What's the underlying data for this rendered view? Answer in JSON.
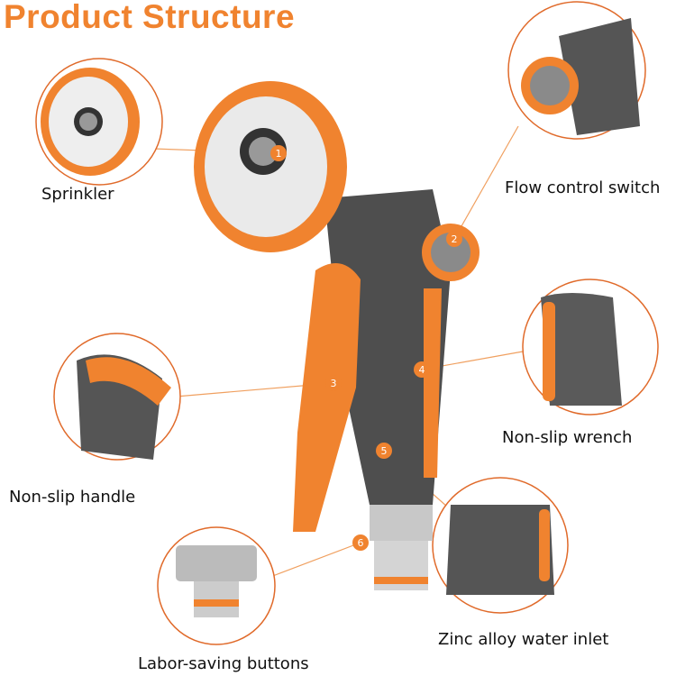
{
  "title": "Product Structure",
  "accent_color": "#f0832f",
  "parts": [
    {
      "number": "1",
      "label": "Sprinkler"
    },
    {
      "number": "2",
      "label": "Flow control switch"
    },
    {
      "number": "3",
      "label": "Non-slip handle"
    },
    {
      "number": "4",
      "label": "Non-slip wrench"
    },
    {
      "number": "5",
      "label": "Zinc alloy water inlet"
    },
    {
      "number": "6",
      "label": "Labor-saving buttons"
    }
  ]
}
